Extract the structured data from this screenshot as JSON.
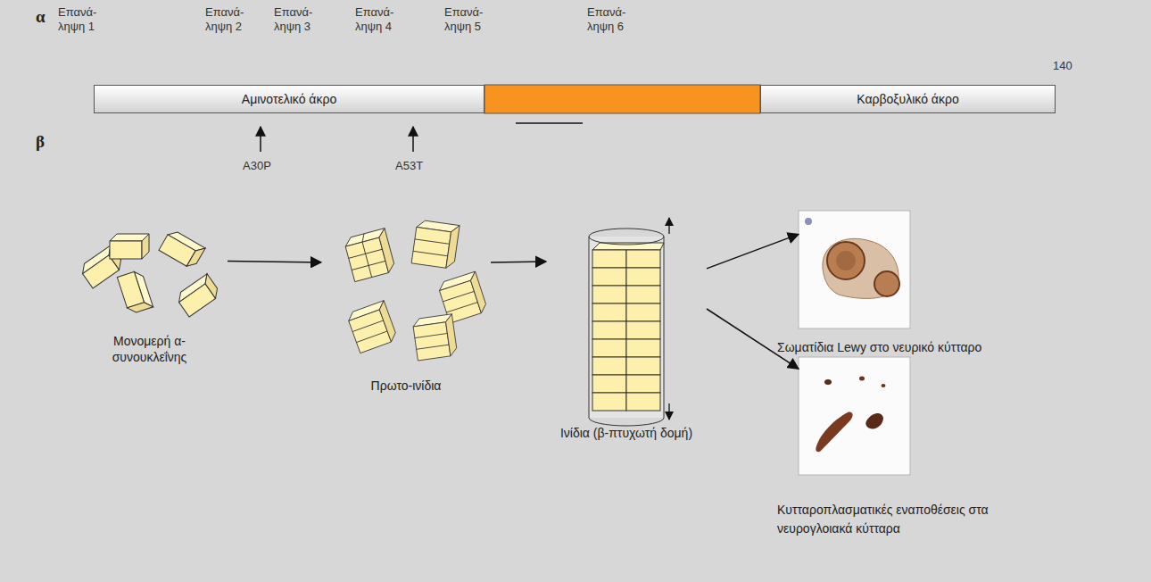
{
  "diagram": {
    "nodes": [
      {
        "text": [
          "Αμινοτελικό άκρο"
        ]
      },
      {
        "text": [
          "Καρβοξυλικό άκρο"
        ]
      },
      {
        "text": [
          "Μονομερή α-συνουκλεΐνης"
        ]
      },
      {
        "text": [
          "Πρωτο-ινίδια"
        ]
      },
      {
        "text": [
          "Ινίδια (β-πτυχωτή δομή)"
        ]
      },
      {
        "text": [
          "Σωματίδια Lewy στο νευρικό κύτταρο"
        ]
      },
      {
        "text": [
          "Κυτταροπλασματικές εναποθέσεις στα νευρογλοιακά κύτταρα"
        ]
      }
    ],
    "edges": [
      {
        "from": 2,
        "to": 3,
        "arrow": "to"
      },
      {
        "from": 3,
        "to": 4,
        "arrow": "to"
      },
      {
        "from": 4,
        "to": 5,
        "arrow": "to"
      },
      {
        "from": 4,
        "to": 6,
        "arrow": "to"
      }
    ],
    "labels": [
      "α",
      "Επανά- ληψη 1",
      "Επανά- ληψη 2",
      "Επανά- ληψη 3",
      "Επανά- ληψη 4",
      "Επανά- ληψη 5",
      "Επανά- ληψη 6",
      "140",
      "A30P",
      "A53T",
      "β"
    ]
  }
}
